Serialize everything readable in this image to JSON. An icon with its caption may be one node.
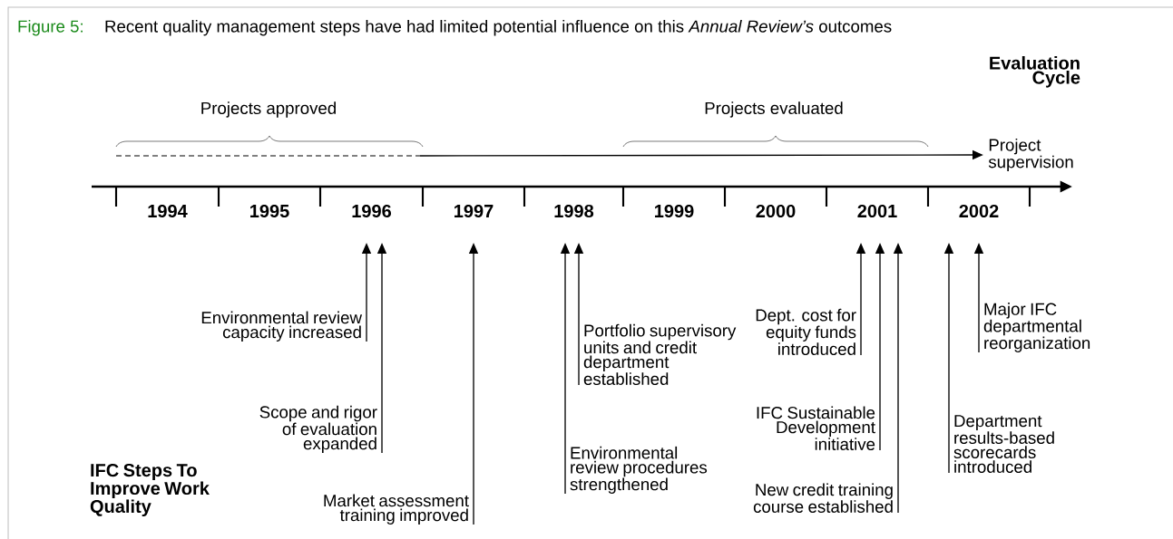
{
  "diagram": {
    "title": "Recent quality management steps have had limited potential influence on this *Annual Review’s* outcomes",
    "nodes": [
      {
        "text": [
          "Project supervision"
        ]
      },
      {
        "text": [
          "Environmental review capacity increased"
        ]
      },
      {
        "text": [
          "Scope and rigor of evaluation expanded"
        ]
      },
      {
        "text": [
          "Market assessment training improved"
        ]
      },
      {
        "text": [
          "Environmental review procedures strengthened"
        ]
      },
      {
        "text": [
          "Portfolio supervisory units and credit department established"
        ]
      },
      {
        "text": [
          "Dept. cost for equity funds introduced"
        ]
      },
      {
        "text": [
          "IFC Sustainable Development initiative"
        ]
      },
      {
        "text": [
          "New credit training course established"
        ]
      },
      {
        "text": [
          "Department results-based scorecards introduced"
        ]
      },
      {
        "text": [
          "Major IFC departmental reorganization"
        ]
      }
    ],
    "edges": [
      {
        "from": null,
        "to": 0,
        "arrow": "to"
      },
      {
        "from": 1,
        "to": null,
        "arrow": "to"
      },
      {
        "from": 2,
        "to": null,
        "arrow": "to"
      },
      {
        "from": 3,
        "to": null,
        "arrow": "to"
      },
      {
        "from": 4,
        "to": null,
        "arrow": "to"
      },
      {
        "from": 5,
        "to": null,
        "arrow": "to"
      },
      {
        "from": 6,
        "to": null,
        "arrow": "to"
      },
      {
        "from": 7,
        "to": null,
        "arrow": "to"
      },
      {
        "from": 8,
        "to": null,
        "arrow": "to"
      },
      {
        "from": 9,
        "to": null,
        "arrow": "to"
      },
      {
        "from": 10,
        "to": null,
        "arrow": "to"
      }
    ],
    "labels": [
      "Figure 5:",
      "Evaluation Cycle",
      "Projects approved",
      "Projects evaluated",
      "1994",
      "1995",
      "1996",
      "1997",
      "1998",
      "1999",
      "2000",
      "2001",
      "2002",
      "IFC Steps To Improve Work Quality"
    ]
  }
}
